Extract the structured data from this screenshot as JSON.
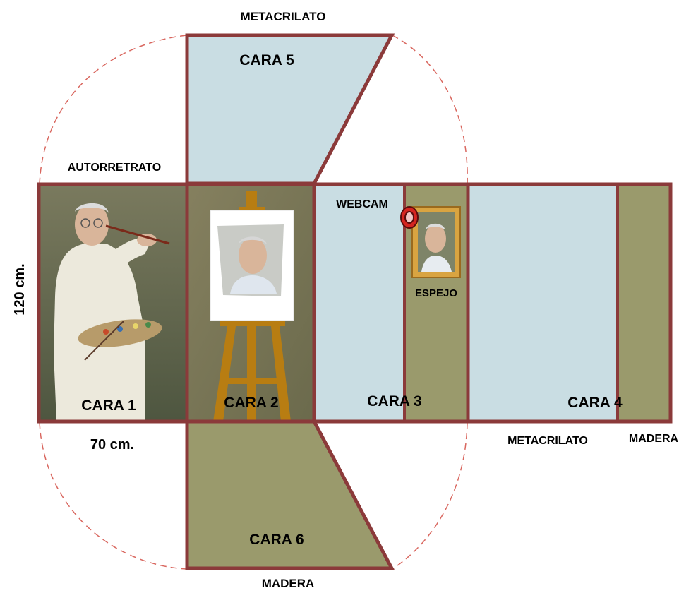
{
  "labels": {
    "top_material": "METACRILATO",
    "cara5": "CARA 5",
    "autorretrato": "AUTORRETRATO",
    "webcam": "WEBCAM",
    "espejo": "ESPEJO",
    "height_dim": "120 cm.",
    "cara1": "CARA 1",
    "cara2": "CARA 2",
    "cara3": "CARA 3",
    "cara4": "CARA 4",
    "width_dim": "70 cm.",
    "mid_material": "METACRILATO",
    "right_material": "MADERA",
    "cara6": "CARA 6",
    "bottom_material": "MADERA"
  },
  "colors": {
    "border": "#8b3a3a",
    "acrylic": "#c9dde3",
    "wood": "#9a9a6c",
    "dashed": "#d9675f",
    "painting_bg": "#6f7055",
    "easel": "#b87d12",
    "webcam_ring": "#d52420",
    "frame_gold": "#d9a441"
  },
  "icons": [
    "webcam-icon",
    "mirror-frame",
    "easel",
    "self-portrait-painting"
  ]
}
